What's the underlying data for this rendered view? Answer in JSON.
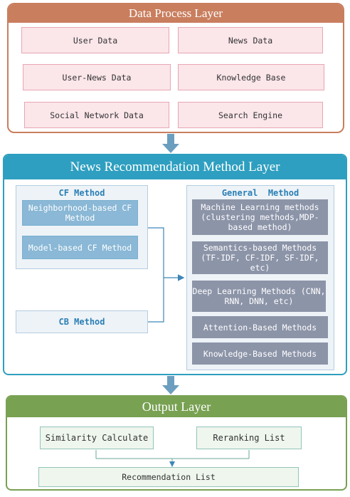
{
  "data_process_layer": {
    "title": "Data Process Layer",
    "items": [
      "User Data",
      "News Data",
      "User-News Data",
      "Knowledge Base",
      "Social Network Data",
      "Search Engine"
    ]
  },
  "news_recommendation_layer": {
    "title": "News Recommendation Method Layer",
    "cf_method": {
      "title": "CF Method",
      "items": [
        "Neighborhood-based CF Method",
        "Model-based CF Method"
      ]
    },
    "cb_method": {
      "title": "CB Method"
    },
    "general_method": {
      "title": "General  Method",
      "items": [
        "Machine Learning methods (clustering methods,MDP-based method)",
        "Semantics-based Methods (TF-IDF, CF-IDF, SF-IDF, etc)",
        "Deep Learning Methods (CNN, RNN, DNN, etc)",
        "Attention-Based Methods",
        "Knowledge-Based Methods"
      ]
    }
  },
  "output_layer": {
    "title": "Output Layer",
    "items": [
      "Similarity Calculate",
      "Reranking List",
      "Recommendation List"
    ]
  },
  "colors": {
    "data_layer": "#c97e5e",
    "method_layer": "#2e9fc0",
    "output_layer": "#78a152",
    "arrow": "#6c9ec0",
    "general_card": "#8c94a8"
  }
}
